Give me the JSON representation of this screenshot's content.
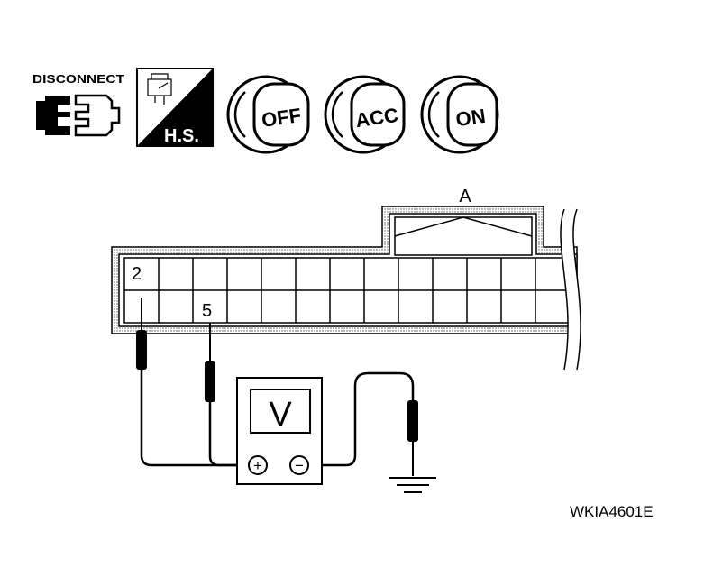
{
  "icons": {
    "disconnect_label": "DISCONNECT",
    "hs_label": "H.S.",
    "switches": [
      "OFF",
      "ACC",
      "ON"
    ]
  },
  "connector": {
    "label": "A",
    "pin_top": "2",
    "pin_bottom": "5"
  },
  "meter": {
    "symbol": "V",
    "plus": "+",
    "minus": "−"
  },
  "figure_code": "WKIA4601E"
}
